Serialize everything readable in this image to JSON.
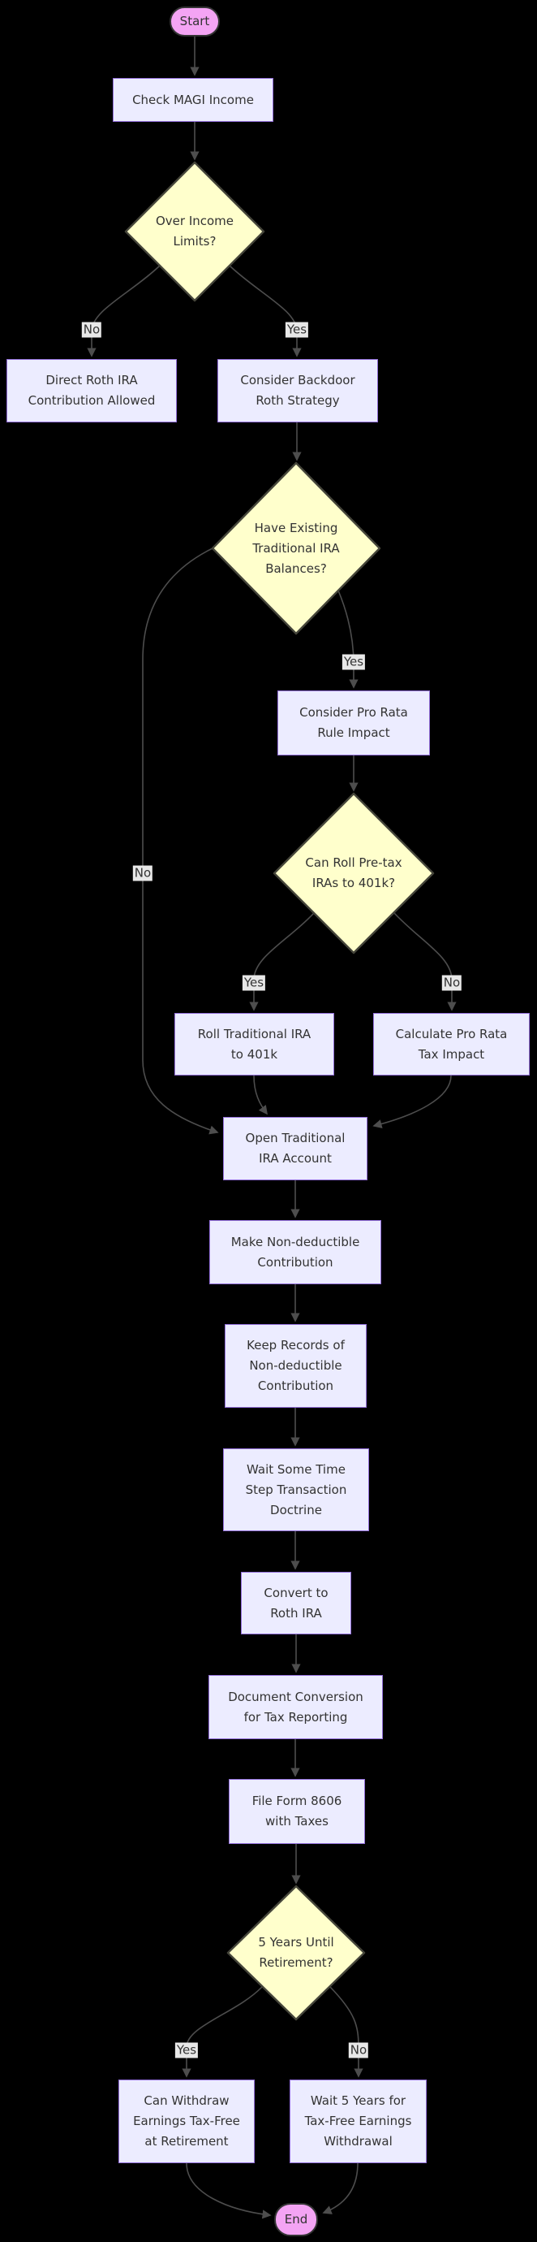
{
  "diagram": {
    "type": "flowchart",
    "direction": "top-down",
    "topic": "Backdoor Roth IRA decision flow"
  },
  "colors": {
    "background": "#000000",
    "process_fill": "#ECECFF",
    "process_border": "#9370DB",
    "decision_fill": "#FFFFCC",
    "decision_border": "#45453a",
    "terminal_fill": "#F4A4F4",
    "terminal_border": "#343434",
    "edge": "#4d4d4d",
    "edge_label_bg": "#e8e8e8",
    "text": "#333333"
  },
  "nodes": {
    "start": {
      "label": "Start",
      "type": "terminal"
    },
    "check_magi": {
      "label": "Check MAGI Income",
      "type": "process"
    },
    "over_limits": {
      "label": "Over Income\nLimits?",
      "type": "decision"
    },
    "direct_roth": {
      "label": "Direct Roth IRA\nContribution Allowed",
      "type": "process"
    },
    "consider_backdoor": {
      "label": "Consider Backdoor\nRoth Strategy",
      "type": "process"
    },
    "have_existing": {
      "label": "Have Existing\nTraditional IRA\nBalances?",
      "type": "decision"
    },
    "consider_pro_rata": {
      "label": "Consider Pro Rata\nRule Impact",
      "type": "process"
    },
    "can_roll": {
      "label": "Can Roll Pre-tax\nIRAs to 401k?",
      "type": "decision"
    },
    "roll_ira": {
      "label": "Roll Traditional IRA\nto 401k",
      "type": "process"
    },
    "calc_pro_rata": {
      "label": "Calculate Pro Rata\nTax Impact",
      "type": "process"
    },
    "open_ira": {
      "label": "Open Traditional\nIRA Account",
      "type": "process"
    },
    "make_contribution": {
      "label": "Make Non-deductible\nContribution",
      "type": "process"
    },
    "keep_records": {
      "label": "Keep Records of\nNon-deductible\nContribution",
      "type": "process"
    },
    "wait_time": {
      "label": "Wait Some Time\nStep Transaction\nDoctrine",
      "type": "process"
    },
    "convert": {
      "label": "Convert to\nRoth IRA",
      "type": "process"
    },
    "document_conversion": {
      "label": "Document Conversion\nfor Tax Reporting",
      "type": "process"
    },
    "file_8606": {
      "label": "File Form 8606\nwith Taxes",
      "type": "process"
    },
    "five_years": {
      "label": "5 Years Until\nRetirement?",
      "type": "decision"
    },
    "withdraw": {
      "label": "Can Withdraw\nEarnings Tax-Free\nat Retirement",
      "type": "process"
    },
    "wait_5": {
      "label": "Wait 5 Years for\nTax-Free Earnings\nWithdrawal",
      "type": "process"
    },
    "end": {
      "label": "End",
      "type": "terminal"
    }
  },
  "edges": [
    {
      "from": "start",
      "to": "check_magi",
      "label": ""
    },
    {
      "from": "check_magi",
      "to": "over_limits",
      "label": ""
    },
    {
      "from": "over_limits",
      "to": "direct_roth",
      "label": "No"
    },
    {
      "from": "over_limits",
      "to": "consider_backdoor",
      "label": "Yes"
    },
    {
      "from": "consider_backdoor",
      "to": "have_existing",
      "label": ""
    },
    {
      "from": "have_existing",
      "to": "consider_pro_rata",
      "label": "Yes"
    },
    {
      "from": "have_existing",
      "to": "open_ira",
      "label": "No"
    },
    {
      "from": "consider_pro_rata",
      "to": "can_roll",
      "label": ""
    },
    {
      "from": "can_roll",
      "to": "roll_ira",
      "label": "Yes"
    },
    {
      "from": "can_roll",
      "to": "calc_pro_rata",
      "label": "No"
    },
    {
      "from": "roll_ira",
      "to": "open_ira",
      "label": ""
    },
    {
      "from": "calc_pro_rata",
      "to": "open_ira",
      "label": ""
    },
    {
      "from": "open_ira",
      "to": "make_contribution",
      "label": ""
    },
    {
      "from": "make_contribution",
      "to": "keep_records",
      "label": ""
    },
    {
      "from": "keep_records",
      "to": "wait_time",
      "label": ""
    },
    {
      "from": "wait_time",
      "to": "convert",
      "label": ""
    },
    {
      "from": "convert",
      "to": "document_conversion",
      "label": ""
    },
    {
      "from": "document_conversion",
      "to": "file_8606",
      "label": ""
    },
    {
      "from": "file_8606",
      "to": "five_years",
      "label": ""
    },
    {
      "from": "five_years",
      "to": "withdraw",
      "label": "Yes"
    },
    {
      "from": "five_years",
      "to": "wait_5",
      "label": "No"
    },
    {
      "from": "withdraw",
      "to": "end",
      "label": ""
    },
    {
      "from": "wait_5",
      "to": "end",
      "label": ""
    }
  ]
}
